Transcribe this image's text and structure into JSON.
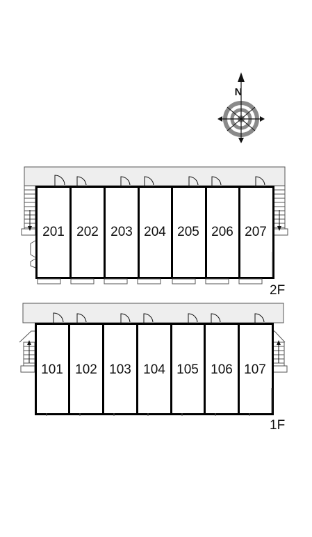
{
  "compass": {
    "north_label": "N",
    "icon": "compass-rose-icon"
  },
  "floors": [
    {
      "id": "2F",
      "label": "2F",
      "units": [
        "201",
        "202",
        "203",
        "204",
        "205",
        "206",
        "207"
      ]
    },
    {
      "id": "1F",
      "label": "1F",
      "units": [
        "101",
        "102",
        "103",
        "104",
        "105",
        "106",
        "107"
      ]
    }
  ],
  "colors": {
    "walkway": "#eeeeee",
    "wall": "#000000",
    "compass_ring": "#888888",
    "background": "#ffffff"
  }
}
